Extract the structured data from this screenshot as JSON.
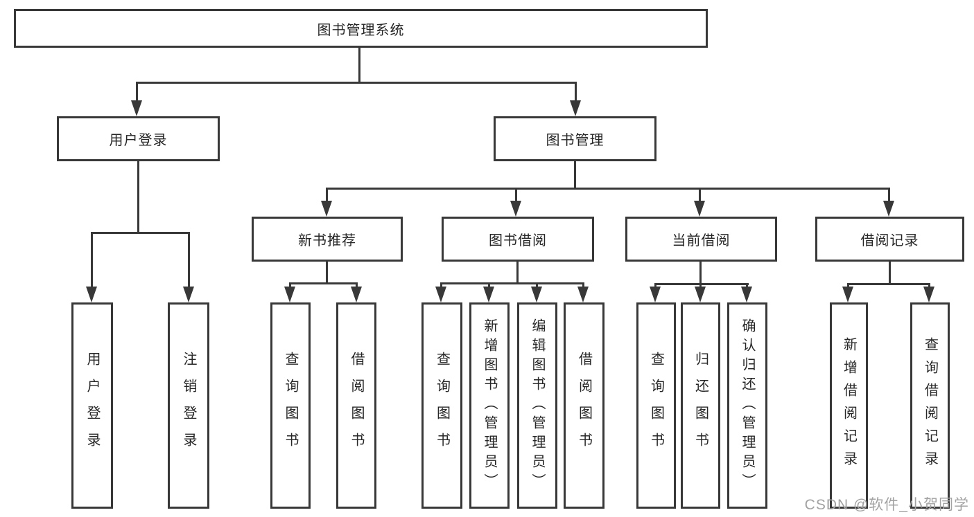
{
  "tree": {
    "label": "图书管理系统",
    "children": [
      {
        "label": "用户登录",
        "children": [
          {
            "label": "用户登录"
          },
          {
            "label": "注销登录"
          }
        ]
      },
      {
        "label": "图书管理",
        "children": [
          {
            "label": "新书推荐",
            "children": [
              {
                "label": "查询图书"
              },
              {
                "label": "借阅图书"
              }
            ]
          },
          {
            "label": "图书借阅",
            "children": [
              {
                "label": "查询图书"
              },
              {
                "label": "新增图书（管理员）"
              },
              {
                "label": "编辑图书（管理员）"
              },
              {
                "label": "借阅图书"
              }
            ]
          },
          {
            "label": "当前借阅",
            "children": [
              {
                "label": "查询图书"
              },
              {
                "label": "归还图书"
              },
              {
                "label": "确认归还（管理员）"
              }
            ]
          },
          {
            "label": "借阅记录",
            "children": [
              {
                "label": "新增借阅记录"
              },
              {
                "label": "查询借阅记录"
              }
            ]
          }
        ]
      }
    ]
  },
  "watermark": {
    "text": "CSDN @软件_小贺同学"
  },
  "colors": {
    "line": "#383838",
    "text": "#262626",
    "watermark": "#a2a2a2",
    "background": "#ffffff"
  }
}
